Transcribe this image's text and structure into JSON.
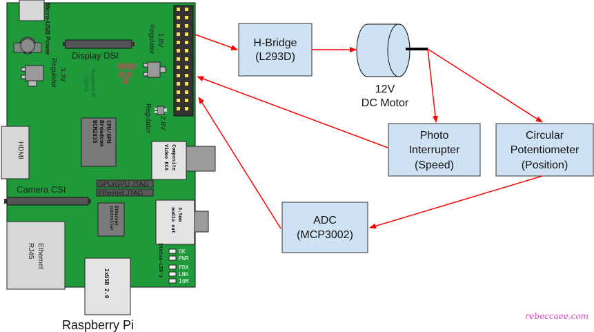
{
  "pi": {
    "caption": "Raspberry Pi",
    "micro_usb": "Micro-USB Power",
    "reg_33_a": "3.3V",
    "reg_33_b": "Regulator",
    "display_dsi": "Display DSI",
    "reg_18_a": "1.8V",
    "reg_18_b": "Regulator",
    "reg_28_a": "2.8V",
    "reg_28_b": "Regulator",
    "logo_text_a": "Raspberry Pi",
    "logo_text_b": "(C)2011",
    "cpu_1": "CPU/GPU",
    "cpu_2": "Broadcom",
    "cpu_3": "BCM2835",
    "hdmi": "HDMI",
    "composite_1": "Composite",
    "composite_2": "Video RCA",
    "camera_csi": "Camera CSI",
    "gpu_jtag": "GPU/GPU JTAG",
    "eth_jtag": "Ethernet JTAG",
    "eth_ctrl_1": "Ethernet",
    "eth_ctrl_2": "controller",
    "audio_1": "3.5mm",
    "audio_2": "audio out",
    "ethernet_1": "Ethernet",
    "ethernet_2": "RJ45",
    "usb": "2xUSB 2.0",
    "status_leds": "Status-LED's",
    "leds": [
      "OK",
      "PWR",
      "FDX",
      "LNK",
      "10M"
    ]
  },
  "blocks": {
    "hbridge_1": "H-Bridge",
    "hbridge_2": "(L293D)",
    "motor_1": "12V",
    "motor_2": "DC Motor",
    "photo_1": "Photo",
    "photo_2": "Interrupter",
    "photo_3": "(Speed)",
    "pot_1": "Circular",
    "pot_2": "Potentiometer",
    "pot_3": "(Position)",
    "adc_1": "ADC",
    "adc_2": "(MCP3002)"
  },
  "watermark": "rebeccaee.com",
  "colors": {
    "board": "#1f9a3a",
    "block_fill": "#cfe2f3",
    "arrow": "#ff0000",
    "watermark": "#e040c8"
  }
}
